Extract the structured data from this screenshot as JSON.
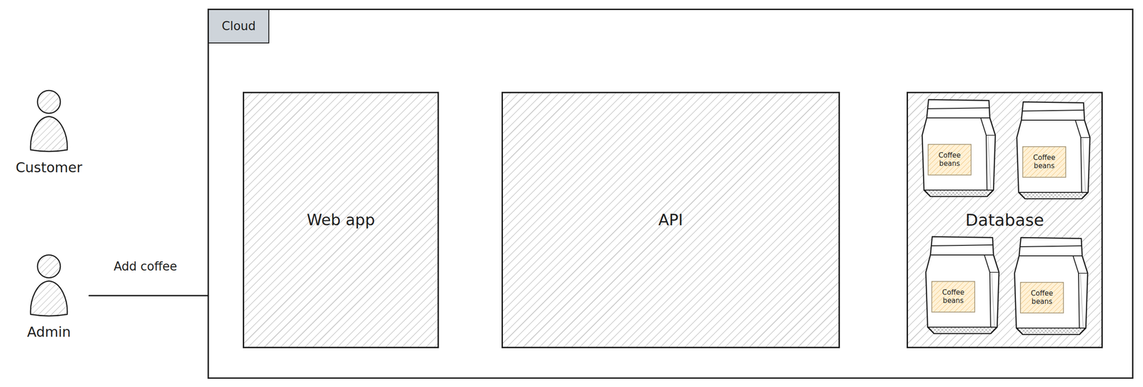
{
  "diagram": {
    "nodes": [
      {
        "text": [
          "Customer"
        ]
      },
      {
        "text": [
          "Admin"
        ]
      },
      {
        "text": [
          "Cloud"
        ]
      },
      {
        "text": [
          "Web app"
        ],
        "in": 2
      },
      {
        "text": [
          "API"
        ],
        "in": 2
      },
      {
        "text": [
          "Database"
        ],
        "in": 2
      }
    ],
    "edges": [
      {
        "from": 1,
        "to": 3,
        "label": "Add coffee",
        "arrow": "to"
      },
      {
        "from": 3,
        "to": 4,
        "arrow": "to"
      },
      {
        "from": 4,
        "to": 5,
        "arrow": "to"
      }
    ],
    "labels": [
      "Coffee beans",
      "Coffee beans",
      "Coffee beans",
      "Coffee beans"
    ]
  }
}
